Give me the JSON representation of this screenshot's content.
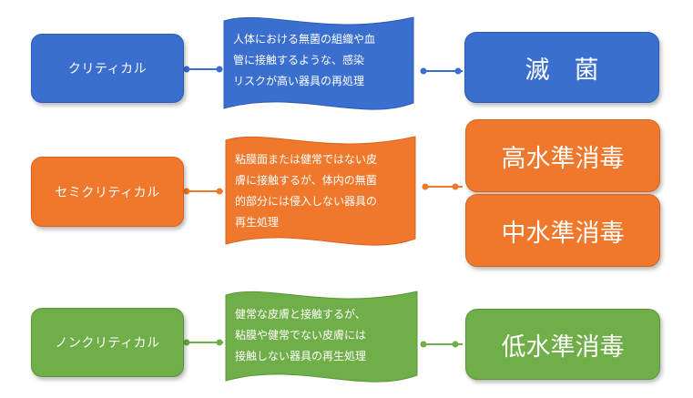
{
  "rows": [
    {
      "category": "クリティカル",
      "description": [
        "人体における無菌の組織や血",
        "管に接触するような、感染",
        "リスクが高い器具の再処理"
      ],
      "levels": [
        "滅　菌"
      ],
      "color": "#3a6fd0"
    },
    {
      "category": "セミクリティカル",
      "description": [
        "粘膜面または健常ではない皮",
        "膚に接触するが、体内の無菌",
        "的部分には侵入しない器具の",
        "再生処理"
      ],
      "levels": [
        "高水準消毒",
        "中水準消毒"
      ],
      "color": "#f0782c"
    },
    {
      "category": "ノンクリティカル",
      "description": [
        "健常な皮膚と接触するが、",
        "粘膜や健常でない皮膚には",
        "接触しない器具の再生処理"
      ],
      "levels": [
        "低水準消毒"
      ],
      "color": "#6fae48"
    }
  ]
}
